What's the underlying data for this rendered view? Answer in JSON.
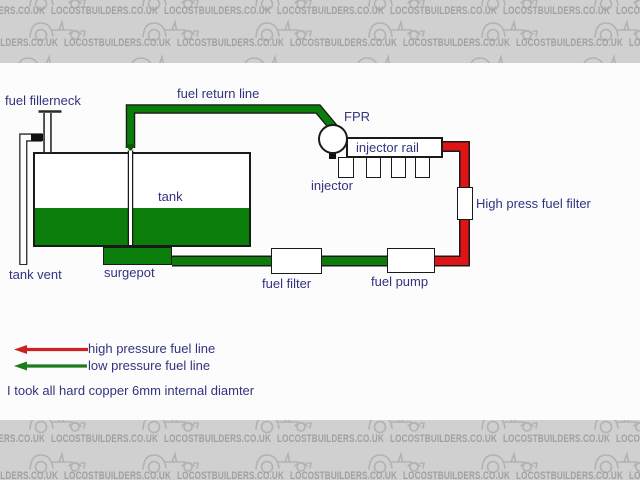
{
  "watermark": {
    "text": "LOCOSTBUILDERS.CO.UK",
    "bg_color": "#d0d0d0",
    "text_color": "#a0a0a0",
    "logo_color": "#b2b2b2"
  },
  "diagram": {
    "labels": {
      "fuel_fillerneck": "fuel fillerneck",
      "fuel_return_line": "fuel return line",
      "fpr": "FPR",
      "injector_rail": "injector rail",
      "injector": "injector",
      "tank": "tank",
      "tank_vent": "tank vent",
      "surgepot": "surgepot",
      "fuel_filter": "fuel filter",
      "fuel_pump": "fuel pump",
      "high_press_fuel_filter": "High press fuel filter"
    },
    "legend": [
      {
        "label": "high pressure fuel line",
        "color": "#cc2222"
      },
      {
        "label": "low pressure fuel line",
        "color": "#1d7a1d"
      }
    ],
    "note": "I took all hard copper 6mm internal diamter",
    "colors": {
      "high_pressure": "#df1414",
      "low_pressure": "#0b7d0b",
      "fuel_fill": "#0b7d0b",
      "return_arrow_dark_green": "#0a5a0a",
      "text": "#333380",
      "outline": "#1a1a1a",
      "legend_red": "#cc2222",
      "legend_green": "#1d7a1d"
    }
  }
}
